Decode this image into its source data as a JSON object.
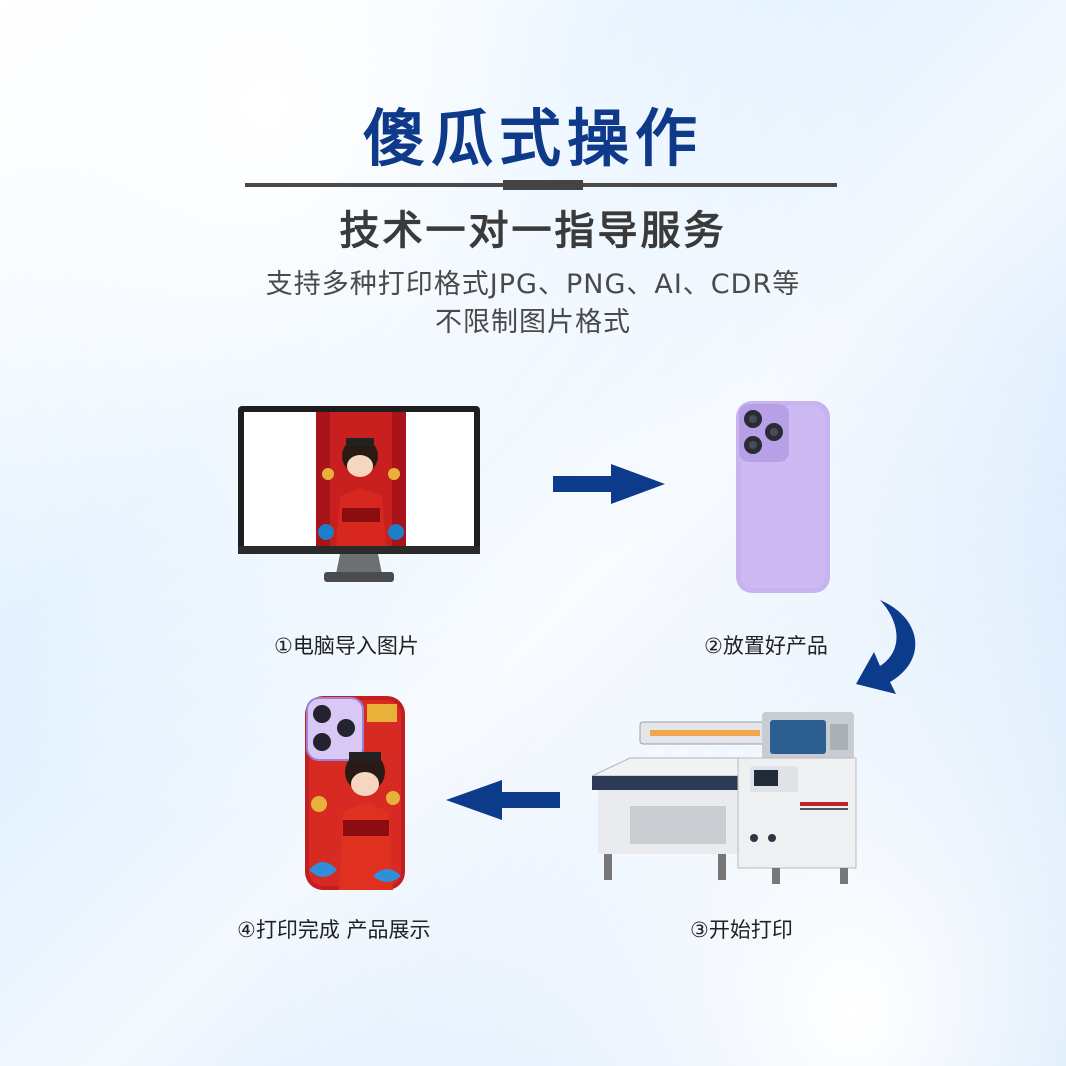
{
  "header": {
    "title": "傻瓜式操作",
    "subtitle": "技术一对一指导服务",
    "desc_line1": "支持多种打印格式JPG、PNG、AI、CDR等",
    "desc_line2": "不限制图片格式"
  },
  "steps": {
    "step1": "①电脑导入图片",
    "step2": "②放置好产品",
    "step3": "③开始打印",
    "step4": "④打印完成 产品展示"
  },
  "colors": {
    "title": "#0f3a8a",
    "arrow": "#0d3b8c",
    "phone_case": "#c7b3f0"
  }
}
